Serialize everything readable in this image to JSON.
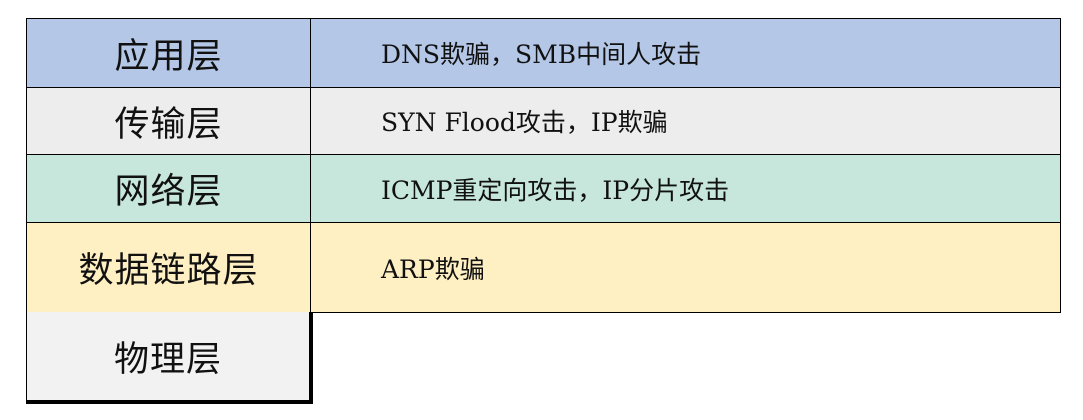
{
  "layers": [
    {
      "name": "应用层",
      "attacks": "DNS欺骗，SMB中间人攻击",
      "color": "#b4c7e7"
    },
    {
      "name": "传输层",
      "attacks": "SYN Flood攻击，IP欺骗",
      "color": "#ededed"
    },
    {
      "name": "网络层",
      "attacks": "ICMP重定向攻击，IP分片攻击",
      "color": "#c7e6dc"
    },
    {
      "name": "数据链路层",
      "attacks": "ARP欺骗",
      "color": "#fff0c4"
    }
  ],
  "physical_layer": {
    "name": "物理层",
    "color": "#f2f2f2"
  }
}
